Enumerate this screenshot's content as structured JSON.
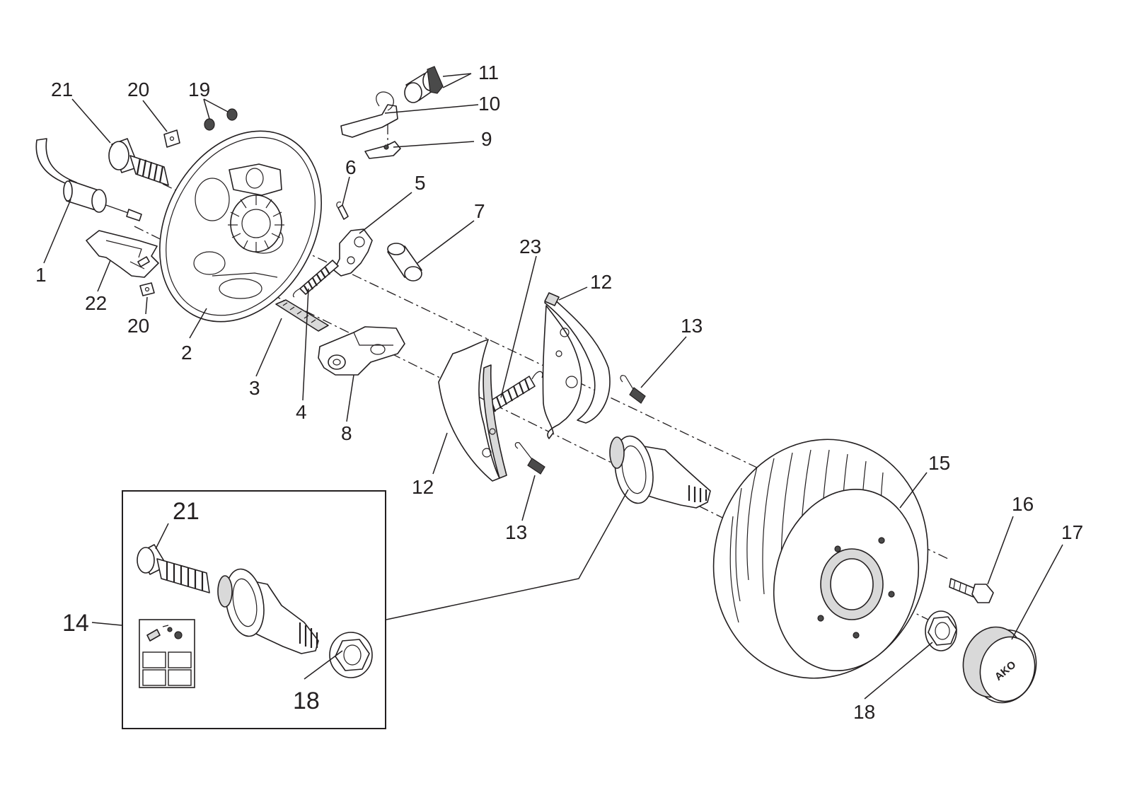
{
  "callouts": {
    "c1": "1",
    "c2": "2",
    "c3": "3",
    "c4": "4",
    "c5": "5",
    "c6": "6",
    "c7": "7",
    "c8": "8",
    "c9": "9",
    "c10": "10",
    "c11": "11",
    "c12a": "12",
    "c12b": "12",
    "c13a": "13",
    "c13b": "13",
    "c14": "14",
    "c15": "15",
    "c16": "16",
    "c17": "17",
    "c18a": "18",
    "c18b": "18",
    "c19": "19",
    "c20a": "20",
    "c20b": "20",
    "c21a": "21",
    "c21b": "21",
    "c22": "22",
    "c23": "23"
  },
  "hub_cap_logo": "AKO"
}
